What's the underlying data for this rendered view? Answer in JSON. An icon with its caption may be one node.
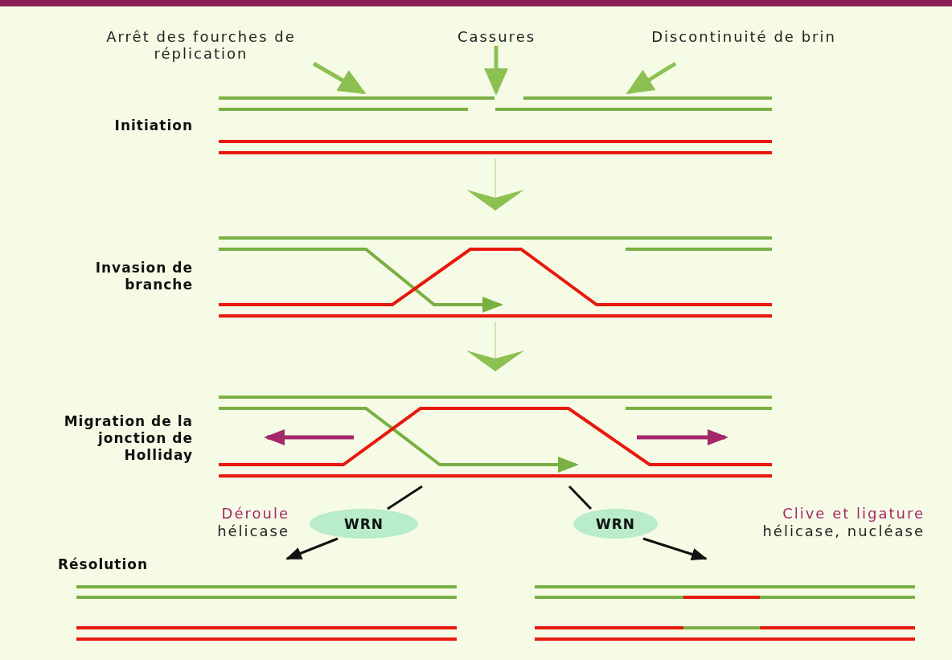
{
  "diagram": {
    "nodes": [
      {
        "text": [],
        "shape": "strands",
        "beside": [
          "Initiation"
        ]
      },
      {
        "text": [],
        "shape": "strands",
        "beside": [
          "Invasion de branche"
        ]
      },
      {
        "text": [],
        "shape": "strands",
        "beside": [
          "Migration de la jonction de Holliday"
        ]
      },
      {
        "text": [
          "WRN"
        ],
        "beside": [
          "Déroule",
          "hélicase"
        ]
      },
      {
        "text": [
          "WRN"
        ],
        "beside": [
          "Clive et ligature",
          "hélicase, nucléase"
        ]
      },
      {
        "text": [],
        "shape": "strands"
      },
      {
        "text": [],
        "shape": "strands"
      },
      {
        "text": [
          "Arrêt des fourches de réplication"
        ]
      },
      {
        "text": [
          "Cassures"
        ]
      },
      {
        "text": [
          "Discontinuité de brin"
        ]
      }
    ],
    "edges": [
      {
        "from": 7,
        "to": 0,
        "arrow": "to"
      },
      {
        "from": 8,
        "to": 0,
        "arrow": "to"
      },
      {
        "from": 9,
        "to": 0,
        "arrow": "to"
      },
      {
        "from": 0,
        "to": 1,
        "arrow": "to"
      },
      {
        "from": 1,
        "to": 2,
        "arrow": "to"
      },
      {
        "from": 2,
        "to": 3,
        "arrow": "none",
        "color": "#111111"
      },
      {
        "from": 3,
        "to": 5,
        "arrow": "to",
        "color": "#111111"
      },
      {
        "from": 2,
        "to": 4,
        "arrow": "none",
        "color": "#111111"
      },
      {
        "from": 4,
        "to": 6,
        "arrow": "to",
        "color": "#111111"
      }
    ],
    "labels": [
      "Résolution"
    ]
  }
}
